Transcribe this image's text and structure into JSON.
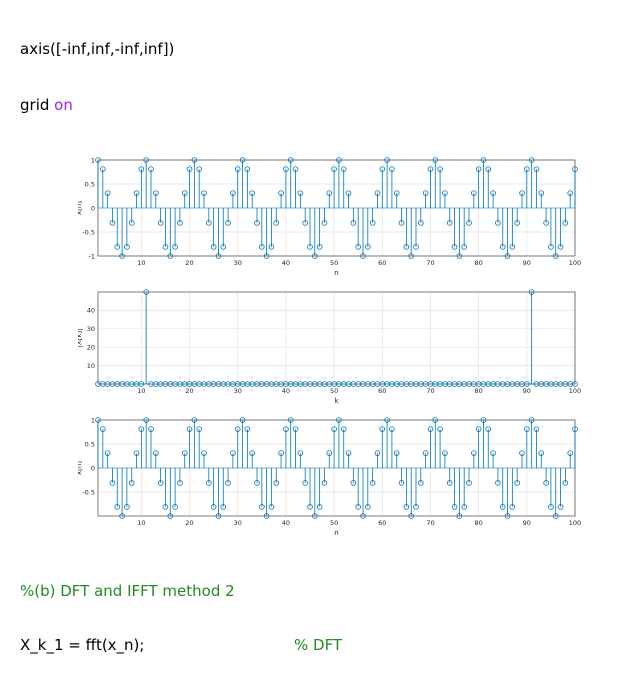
{
  "code": {
    "line1": "axis([-inf,inf,-inf,inf])",
    "line2_kw": "grid",
    "line2_arg": "on",
    "section_comment": "%(b) DFT and IFFT method 2",
    "line3_code": "X_k_1 = fft(x_n);",
    "line3_comment": "% DFT"
  },
  "colors": {
    "stem": "#0072bd",
    "keyword": "#a020f0",
    "comment": "#228b22"
  },
  "chart_data": [
    {
      "type": "stem",
      "xlabel": "n",
      "ylabel": "x[n]",
      "xlim": [
        1,
        100
      ],
      "ylim": [
        -1,
        1
      ],
      "xticks": [
        10,
        20,
        30,
        40,
        50,
        60,
        70,
        80,
        90,
        100
      ],
      "xtick_labels": [
        "10",
        "20",
        "30",
        "40",
        "50",
        "60",
        "70",
        "80",
        "90",
        "100"
      ],
      "yticks": [
        -1,
        -0.5,
        0,
        0.5,
        1
      ],
      "ytick_labels": [
        "-1",
        "-0.5",
        "0",
        "0.5",
        "1"
      ],
      "x": [
        1,
        2,
        3,
        4,
        5,
        6,
        7,
        8,
        9,
        10,
        11,
        12,
        13,
        14,
        15,
        16,
        17,
        18,
        19,
        20,
        21,
        22,
        23,
        24,
        25,
        26,
        27,
        28,
        29,
        30,
        31,
        32,
        33,
        34,
        35,
        36,
        37,
        38,
        39,
        40,
        41,
        42,
        43,
        44,
        45,
        46,
        47,
        48,
        49,
        50,
        51,
        52,
        53,
        54,
        55,
        56,
        57,
        58,
        59,
        60,
        61,
        62,
        63,
        64,
        65,
        66,
        67,
        68,
        69,
        70,
        71,
        72,
        73,
        74,
        75,
        76,
        77,
        78,
        79,
        80,
        81,
        82,
        83,
        84,
        85,
        86,
        87,
        88,
        89,
        90,
        91,
        92,
        93,
        94,
        95,
        96,
        97,
        98,
        99,
        100
      ],
      "values": [
        1,
        0.81,
        0.31,
        -0.31,
        -0.81,
        -1,
        -0.81,
        -0.31,
        0.31,
        0.81,
        1,
        0.81,
        0.31,
        -0.31,
        -0.81,
        -1,
        -0.81,
        -0.31,
        0.31,
        0.81,
        1,
        0.81,
        0.31,
        -0.31,
        -0.81,
        -1,
        -0.81,
        -0.31,
        0.31,
        0.81,
        1,
        0.81,
        0.31,
        -0.31,
        -0.81,
        -1,
        -0.81,
        -0.31,
        0.31,
        0.81,
        1,
        0.81,
        0.31,
        -0.31,
        -0.81,
        -1,
        -0.81,
        -0.31,
        0.31,
        0.81,
        1,
        0.81,
        0.31,
        -0.31,
        -0.81,
        -1,
        -0.81,
        -0.31,
        0.31,
        0.81,
        1,
        0.81,
        0.31,
        -0.31,
        -0.81,
        -1,
        -0.81,
        -0.31,
        0.31,
        0.81,
        1,
        0.81,
        0.31,
        -0.31,
        -0.81,
        -1,
        -0.81,
        -0.31,
        0.31,
        0.81,
        1,
        0.81,
        0.31,
        -0.31,
        -0.81,
        -1,
        -0.81,
        -0.31,
        0.31,
        0.81,
        1,
        0.81,
        0.31,
        -0.31,
        -0.81,
        -1,
        -0.81,
        -0.31,
        0.31,
        0.81
      ],
      "grid": true
    },
    {
      "type": "stem",
      "xlabel": "k",
      "ylabel": "|X[k]|",
      "xlim": [
        1,
        100
      ],
      "ylim": [
        0,
        50
      ],
      "xticks": [
        10,
        20,
        30,
        40,
        50,
        60,
        70,
        80,
        90,
        100
      ],
      "xtick_labels": [
        "10",
        "20",
        "30",
        "40",
        "50",
        "60",
        "70",
        "80",
        "90",
        "100"
      ],
      "yticks": [
        10,
        20,
        30,
        40
      ],
      "ytick_labels": [
        "10",
        "20",
        "30",
        "40"
      ],
      "x": [
        1,
        2,
        3,
        4,
        5,
        6,
        7,
        8,
        9,
        10,
        11,
        12,
        13,
        14,
        15,
        16,
        17,
        18,
        19,
        20,
        21,
        22,
        23,
        24,
        25,
        26,
        27,
        28,
        29,
        30,
        31,
        32,
        33,
        34,
        35,
        36,
        37,
        38,
        39,
        40,
        41,
        42,
        43,
        44,
        45,
        46,
        47,
        48,
        49,
        50,
        51,
        52,
        53,
        54,
        55,
        56,
        57,
        58,
        59,
        60,
        61,
        62,
        63,
        64,
        65,
        66,
        67,
        68,
        69,
        70,
        71,
        72,
        73,
        74,
        75,
        76,
        77,
        78,
        79,
        80,
        81,
        82,
        83,
        84,
        85,
        86,
        87,
        88,
        89,
        90,
        91,
        92,
        93,
        94,
        95,
        96,
        97,
        98,
        99,
        100
      ],
      "values": [
        0,
        0,
        0,
        0,
        0,
        0,
        0,
        0,
        0,
        0,
        50,
        0,
        0,
        0,
        0,
        0,
        0,
        0,
        0,
        0,
        0,
        0,
        0,
        0,
        0,
        0,
        0,
        0,
        0,
        0,
        0,
        0,
        0,
        0,
        0,
        0,
        0,
        0,
        0,
        0,
        0,
        0,
        0,
        0,
        0,
        0,
        0,
        0,
        0,
        0,
        0,
        0,
        0,
        0,
        0,
        0,
        0,
        0,
        0,
        0,
        0,
        0,
        0,
        0,
        0,
        0,
        0,
        0,
        0,
        0,
        0,
        0,
        0,
        0,
        0,
        0,
        0,
        0,
        0,
        0,
        0,
        0,
        0,
        0,
        0,
        0,
        0,
        0,
        0,
        0,
        50,
        0,
        0,
        0,
        0,
        0,
        0,
        0,
        0,
        0
      ],
      "grid": true
    },
    {
      "type": "stem",
      "xlabel": "n",
      "ylabel": "x[n]",
      "xlim": [
        1,
        100
      ],
      "ylim": [
        -1,
        1
      ],
      "xticks": [
        10,
        20,
        30,
        40,
        50,
        60,
        70,
        80,
        90,
        100
      ],
      "xtick_labels": [
        "10",
        "20",
        "30",
        "40",
        "50",
        "60",
        "70",
        "80",
        "90",
        "100"
      ],
      "yticks": [
        -0.5,
        0,
        0.5,
        1
      ],
      "ytick_labels": [
        "-0.5",
        "0",
        "0.5",
        "1"
      ],
      "x": [
        1,
        2,
        3,
        4,
        5,
        6,
        7,
        8,
        9,
        10,
        11,
        12,
        13,
        14,
        15,
        16,
        17,
        18,
        19,
        20,
        21,
        22,
        23,
        24,
        25,
        26,
        27,
        28,
        29,
        30,
        31,
        32,
        33,
        34,
        35,
        36,
        37,
        38,
        39,
        40,
        41,
        42,
        43,
        44,
        45,
        46,
        47,
        48,
        49,
        50,
        51,
        52,
        53,
        54,
        55,
        56,
        57,
        58,
        59,
        60,
        61,
        62,
        63,
        64,
        65,
        66,
        67,
        68,
        69,
        70,
        71,
        72,
        73,
        74,
        75,
        76,
        77,
        78,
        79,
        80,
        81,
        82,
        83,
        84,
        85,
        86,
        87,
        88,
        89,
        90,
        91,
        92,
        93,
        94,
        95,
        96,
        97,
        98,
        99,
        100
      ],
      "values": [
        1,
        0.81,
        0.31,
        -0.31,
        -0.81,
        -1,
        -0.81,
        -0.31,
        0.31,
        0.81,
        1,
        0.81,
        0.31,
        -0.31,
        -0.81,
        -1,
        -0.81,
        -0.31,
        0.31,
        0.81,
        1,
        0.81,
        0.31,
        -0.31,
        -0.81,
        -1,
        -0.81,
        -0.31,
        0.31,
        0.81,
        1,
        0.81,
        0.31,
        -0.31,
        -0.81,
        -1,
        -0.81,
        -0.31,
        0.31,
        0.81,
        1,
        0.81,
        0.31,
        -0.31,
        -0.81,
        -1,
        -0.81,
        -0.31,
        0.31,
        0.81,
        1,
        0.81,
        0.31,
        -0.31,
        -0.81,
        -1,
        -0.81,
        -0.31,
        0.31,
        0.81,
        1,
        0.81,
        0.31,
        -0.31,
        -0.81,
        -1,
        -0.81,
        -0.31,
        0.31,
        0.81,
        1,
        0.81,
        0.31,
        -0.31,
        -0.81,
        -1,
        -0.81,
        -0.31,
        0.31,
        0.81,
        1,
        0.81,
        0.31,
        -0.31,
        -0.81,
        -1,
        -0.81,
        -0.31,
        0.31,
        0.81,
        1,
        0.81,
        0.31,
        -0.31,
        -0.81,
        -1,
        -0.81,
        -0.31,
        0.31,
        0.81
      ],
      "grid": true
    }
  ]
}
